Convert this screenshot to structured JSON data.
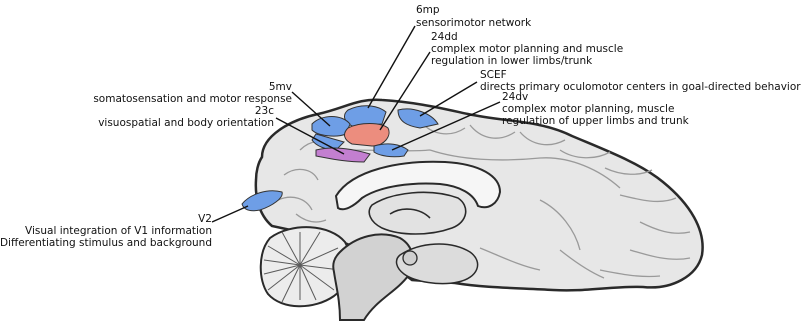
{
  "labels": {
    "mp6": {
      "code": "6mp",
      "desc": "sensorimotor network"
    },
    "dd24": {
      "code": "24dd",
      "desc_line1": "complex motor planning and muscle",
      "desc_line2": "regulation in lower limbs/trunk"
    },
    "scef": {
      "code": "SCEF",
      "desc": "directs primary oculomotor centers in goal-directed behavior"
    },
    "dv24": {
      "code": "24dv",
      "desc_line1": "complex motor planning, muscle",
      "desc_line2": "regulation of upper limbs and trunk"
    },
    "mv5": {
      "code": "5mv",
      "desc": "somatosensation and motor response"
    },
    "c23": {
      "code": "23c",
      "desc": "visuospatial and body orientation"
    },
    "v2": {
      "code": "V2",
      "desc_line1": "Visual integration of V1 information",
      "desc_line2": "Differentiating stimulus and background"
    }
  },
  "colors": {
    "blue_region": "#6e9ee6",
    "salmon_region": "#ec8d7e",
    "purple_region": "#c37fd0",
    "brain_fill": "#e7e7e7",
    "brainstem_fill": "#d2d2d2",
    "outline": "#2a2a2a"
  }
}
